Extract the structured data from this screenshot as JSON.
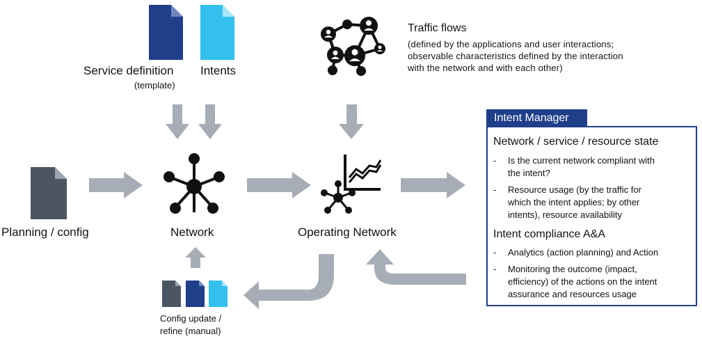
{
  "labels": {
    "service_definition": "Service definition",
    "template": "(template)",
    "intents": "Intents",
    "traffic_flows_title": "Traffic flows",
    "traffic_flows_desc": [
      "(defined by the applications and user interactions;",
      "observable characteristics  defined by the interaction",
      "with the network and with each other)"
    ],
    "planning_config": "Planning / config",
    "network": "Network",
    "operating_network": "Operating Network",
    "config_update": [
      "Config update /",
      "refine (manual)"
    ]
  },
  "intent_manager": {
    "title": "Intent Manager",
    "section1_heading": "Network / service / resource state",
    "section1_items": [
      [
        "Is the current network compliant with",
        "the intent?"
      ],
      [
        "Resource usage (by the traffic for",
        "which the intent applies; by other",
        "intents), resource availability"
      ]
    ],
    "section2_heading": "Intent compliance A&A",
    "section2_items": [
      [
        "Analytics (action planning) and Action"
      ],
      [
        "Monitoring the outcome (impact,",
        "efficiency) of the actions on the intent",
        "assurance and resources usage"
      ]
    ],
    "dash": "-"
  },
  "colors": {
    "arrow_gray": "#a7adb6",
    "dark_doc": "#4b5563",
    "blue_doc": "#1f3f8a",
    "cyan_doc": "#33c0ef",
    "intent_manager_blue": "#1f3f8a",
    "icon_black": "#111111"
  }
}
